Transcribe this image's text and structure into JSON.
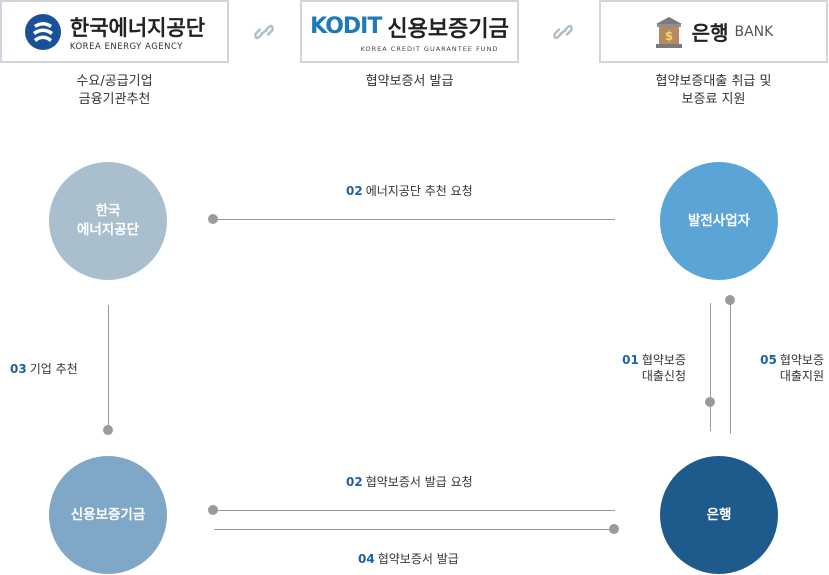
{
  "partners": {
    "energy": {
      "name": "한국에너지공단",
      "sub": "KOREA ENERGY AGENCY",
      "caption_lines": [
        "수요/공급기업",
        "금융기관추천"
      ]
    },
    "kodit": {
      "mark": "KODIT",
      "name": "신용보증기금",
      "sub": "KOREA CREDIT GUARANTEE FUND",
      "caption_lines": [
        "협약보증서 발급"
      ]
    },
    "bank": {
      "name": "은행",
      "sub": "BANK",
      "caption_lines": [
        "협약보증대출 취급 및",
        "보증료 지원"
      ]
    }
  },
  "nodes": {
    "energy": [
      "한국",
      "에너지공단"
    ],
    "company": [
      "발전사업자"
    ],
    "kodit": [
      "신용보증기금"
    ],
    "bank": [
      "은행"
    ]
  },
  "flows": {
    "f02a": {
      "num": "02",
      "text": "에너지공단 추천 요청"
    },
    "f03": {
      "num": "03",
      "text": "기업 추천"
    },
    "f01": {
      "num": "01",
      "text": [
        "협약보증",
        "대출신청"
      ]
    },
    "f05": {
      "num": "05",
      "text": [
        "협약보증",
        "대출지원"
      ]
    },
    "f02b": {
      "num": "02",
      "text": "협약보증서 발급 요청"
    },
    "f04": {
      "num": "04",
      "text": "협약보증서 발급"
    }
  },
  "colors": {
    "energy_circle": "#a9bfcd",
    "company_circle": "#5aa4d6",
    "kodit_circle": "#7fa8c8",
    "bank_circle": "#1f5a8d",
    "step_number": "#1b62a8",
    "connector": "#9a9a9a",
    "link_icon": "#b0bdc9"
  }
}
